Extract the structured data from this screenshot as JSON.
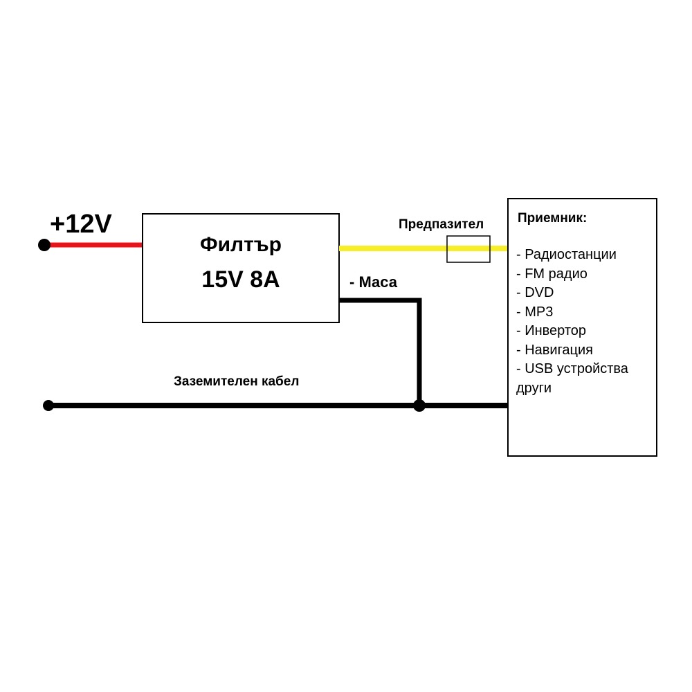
{
  "diagram": {
    "supply_label": "+12V",
    "filter": {
      "name": "Филтър",
      "rating": "15V 8A"
    },
    "fuse_label": "Предпазител",
    "ground_label": "- Маса",
    "ground_cable_label": "Заземителен кабел",
    "receiver": {
      "title": "Приемник:",
      "items": [
        "- Радиостанции",
        "- FM радио",
        "- DVD",
        "- MP3",
        "- Инвертор",
        "- Навигация",
        "- USB устройства",
        "други"
      ]
    },
    "colors": {
      "positive_wire": "#e8141c",
      "filtered_wire": "#f7ee2a",
      "ground_wire": "#000000",
      "outline": "#000000",
      "background": "#ffffff"
    }
  }
}
